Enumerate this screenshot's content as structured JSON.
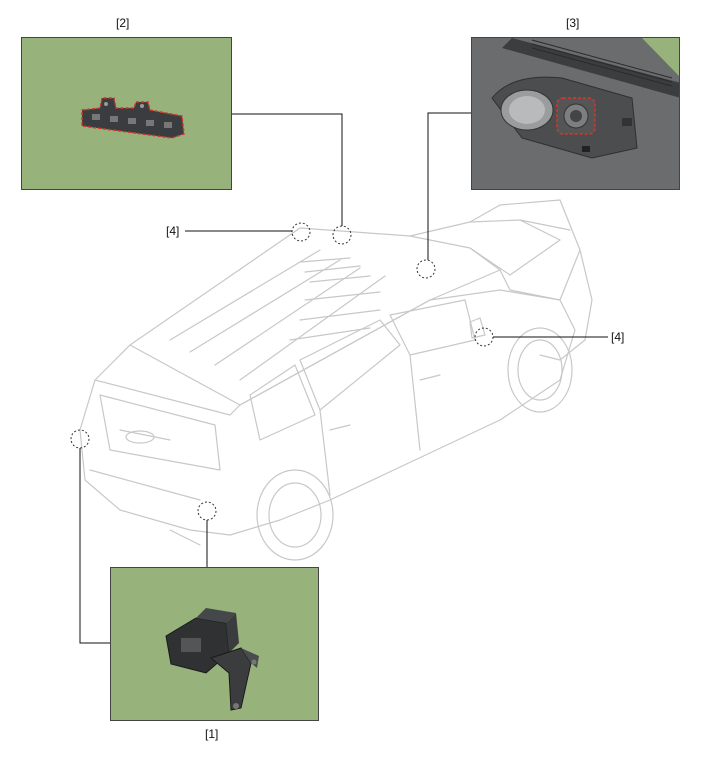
{
  "callouts": {
    "part1": "[1]",
    "part2": "[2]",
    "part3": "[3]",
    "part4_left": "[4]",
    "part4_right": "[4]"
  },
  "colors": {
    "panel_green": "#97b37b",
    "car_outline": "#c8c8c8",
    "leader_line": "#111111",
    "highlight_dash": "#d9342b"
  },
  "icons": {
    "part1": "bracket-module-icon",
    "part2": "switch-panel-icon",
    "part3": "dashboard-speaker-icon"
  }
}
